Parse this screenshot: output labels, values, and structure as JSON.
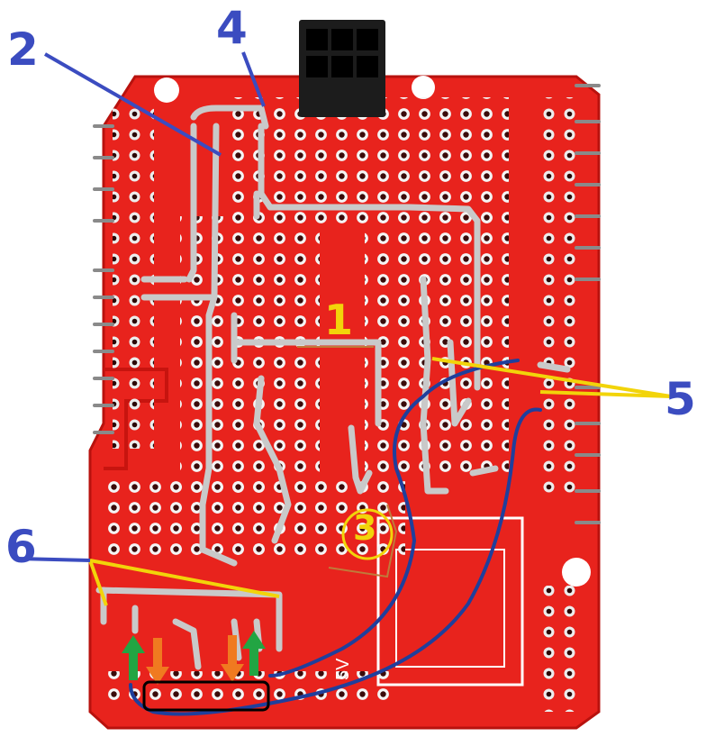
{
  "callouts": {
    "one": "1",
    "two": "2",
    "three": "3",
    "four": "4",
    "five": "5",
    "six": "6"
  },
  "board": {
    "silkscreen_label": "5V"
  },
  "colors": {
    "pcb": "#e8231d",
    "pcb_dark": "#b8120e",
    "solder": "#c9c9c9",
    "blue_wire": "#1f3f9c",
    "callout_blue": "#3b4cc0",
    "callout_yellow": "#f2d40a",
    "arrow_green": "#22a543",
    "arrow_orange": "#f07a20"
  }
}
